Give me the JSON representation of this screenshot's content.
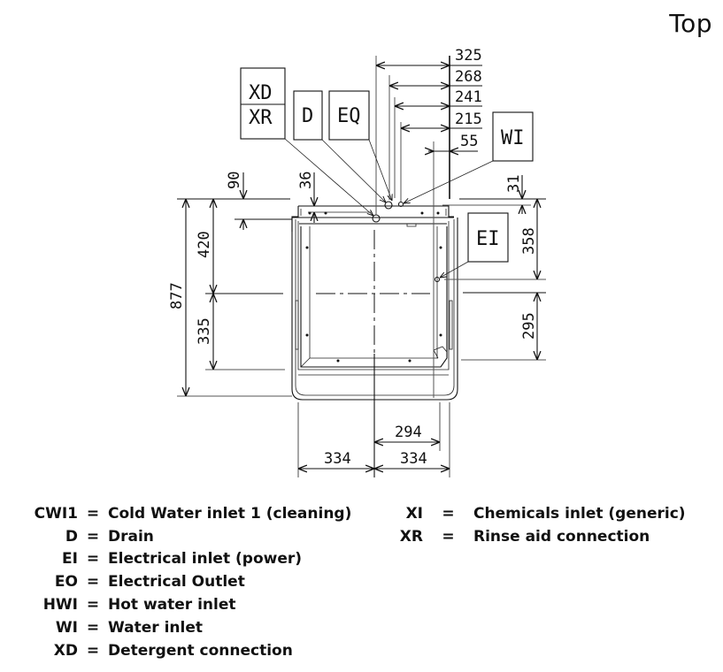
{
  "view_title": "Top",
  "callout_boxes": [
    {
      "id": "xd-xr",
      "labels": [
        "XD",
        "XR"
      ]
    },
    {
      "id": "d",
      "labels": [
        "D"
      ]
    },
    {
      "id": "eq",
      "labels": [
        "EQ"
      ]
    },
    {
      "id": "wi",
      "labels": [
        "WI"
      ]
    },
    {
      "id": "ei",
      "labels": [
        "EI"
      ]
    }
  ],
  "dimensions": {
    "top_horizontal": [
      "325",
      "268",
      "241",
      "215",
      "55"
    ],
    "left_vertical": {
      "overall": "877",
      "upper": "420",
      "lower": "335",
      "offset_top": "90"
    },
    "top_offset": "36",
    "right_vertical": {
      "offset_top": "31",
      "upper": "358",
      "lower": "295"
    },
    "bottom_horizontal": {
      "left_half": "334",
      "right_half": "334",
      "right_offset": "294"
    }
  },
  "legend": {
    "column_1": [
      {
        "code": "CWI1",
        "eq": "=",
        "description": "Cold Water inlet 1 (cleaning)"
      },
      {
        "code": "D",
        "eq": "=",
        "description": "Drain"
      },
      {
        "code": "EI",
        "eq": "=",
        "description": "Electrical inlet (power)"
      },
      {
        "code": "EO",
        "eq": "=",
        "description": "Electrical Outlet"
      },
      {
        "code": "HWI",
        "eq": "=",
        "description": "Hot water inlet"
      },
      {
        "code": "WI",
        "eq": "=",
        "description": "Water inlet"
      },
      {
        "code": "XD",
        "eq": "=",
        "description": "Detergent connection"
      }
    ],
    "column_2": [
      {
        "code": "XI",
        "eq": "=",
        "description": "Chemicals inlet (generic)"
      },
      {
        "code": "XR",
        "eq": "=",
        "description": "Rinse aid connection"
      }
    ]
  }
}
